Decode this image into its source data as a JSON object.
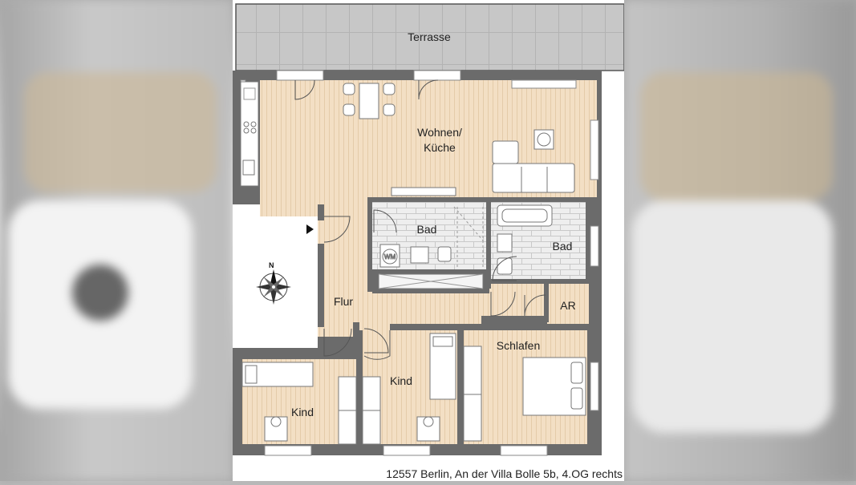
{
  "rooms": {
    "terrace": "Terrasse",
    "living_line1": "Wohnen/",
    "living_line2": "Küche",
    "bath_left": "Bad",
    "bath_right": "Bad",
    "hallway": "Flur",
    "storage": "AR",
    "bedroom": "Schlafen",
    "child_left": "Kind",
    "child_right": "Kind"
  },
  "washer_label": "WM",
  "compass_label": "N",
  "address": "12557 Berlin, An der Villa Bolle 5b, 4.OG rechts",
  "colors": {
    "floor": "#f3dfc4",
    "floor_lines": "#e3c9a7",
    "tile": "#e9e9e9",
    "wall": "#6b6b6b",
    "terrace": "#c8c8c8"
  }
}
